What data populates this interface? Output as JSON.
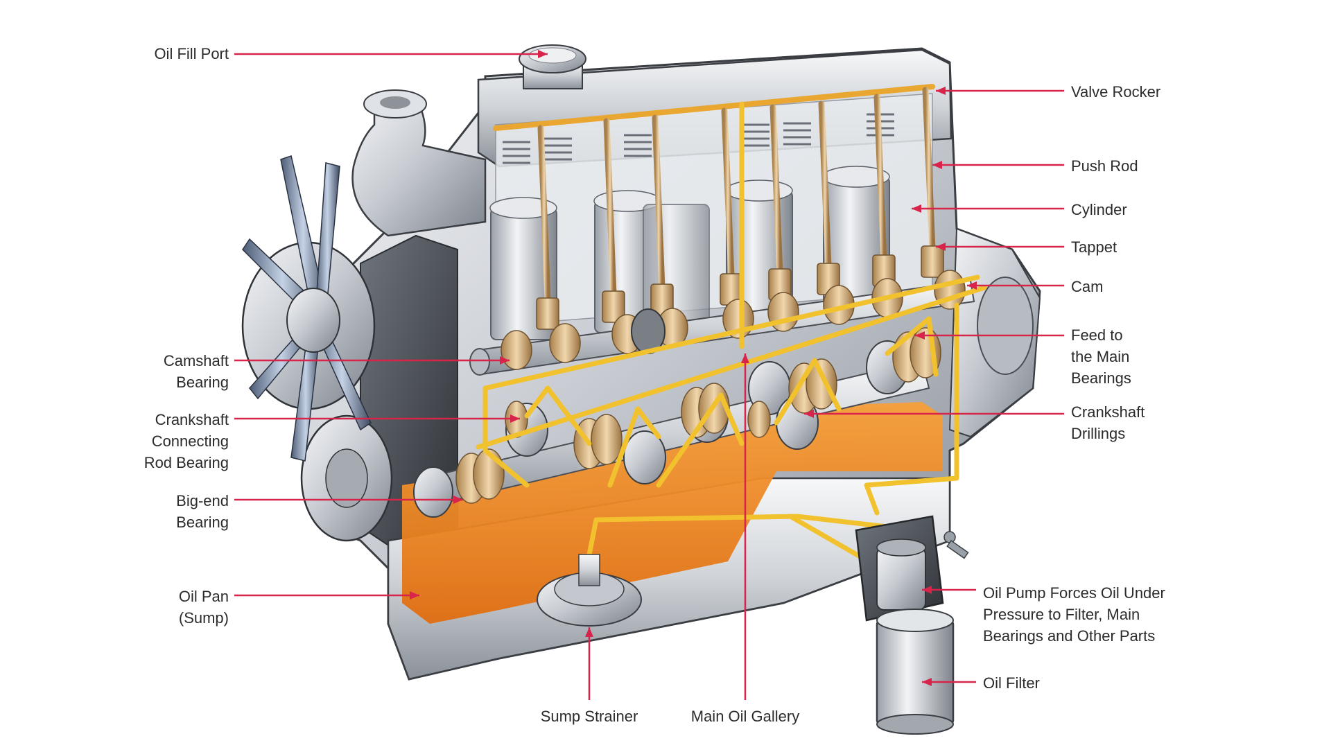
{
  "labels": {
    "oil_fill_port": [
      "Oil Fill Port"
    ],
    "camshaft_bearing": [
      "Camshaft",
      "Bearing"
    ],
    "crankshaft_connecting_rod_bearing": [
      "Crankshaft",
      "Connecting",
      "Rod Bearing"
    ],
    "big_end_bearing": [
      "Big-end",
      "Bearing"
    ],
    "oil_pan": [
      "Oil Pan",
      "(Sump)"
    ],
    "valve_rocker": [
      "Valve Rocker"
    ],
    "push_rod": [
      "Push Rod"
    ],
    "cylinder": [
      "Cylinder"
    ],
    "tappet": [
      "Tappet"
    ],
    "cam": [
      "Cam"
    ],
    "feed_to_main_bearings": [
      "Feed to",
      "the Main",
      "Bearings"
    ],
    "crankshaft_drillings": [
      "Crankshaft",
      "Drillings"
    ],
    "oil_pump": [
      "Oil Pump Forces Oil Under",
      "Pressure to Filter, Main",
      "Bearings and Other Parts"
    ],
    "oil_filter": [
      "Oil Filter"
    ],
    "sump_strainer": [
      "Sump Strainer"
    ],
    "main_oil_gallery": [
      "Main Oil Gallery"
    ]
  },
  "colors": {
    "leader_line": "#d8234a",
    "oil_path": "#f2c12e",
    "sump_oil": "#f08a1c",
    "bearing": "#e8c9a0",
    "metal": "#c8ccd2",
    "label_text": "#2b2b2b"
  }
}
